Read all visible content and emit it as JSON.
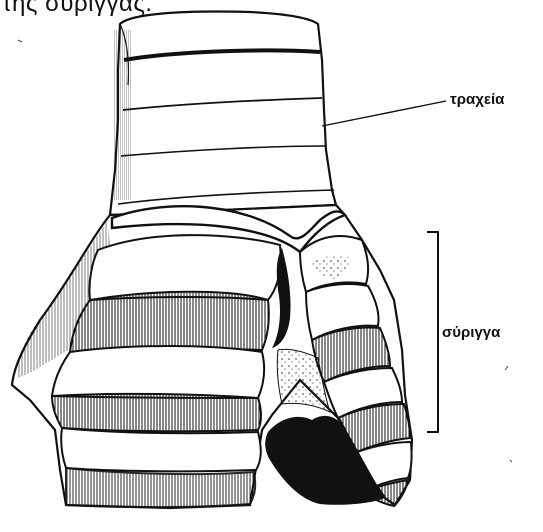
{
  "caption_fragment": "της σύριγγας.",
  "labels": {
    "trachea": "τραχεία",
    "syrinx": "σύριγγα"
  },
  "colors": {
    "ink": "#111111",
    "background": "#ffffff"
  }
}
